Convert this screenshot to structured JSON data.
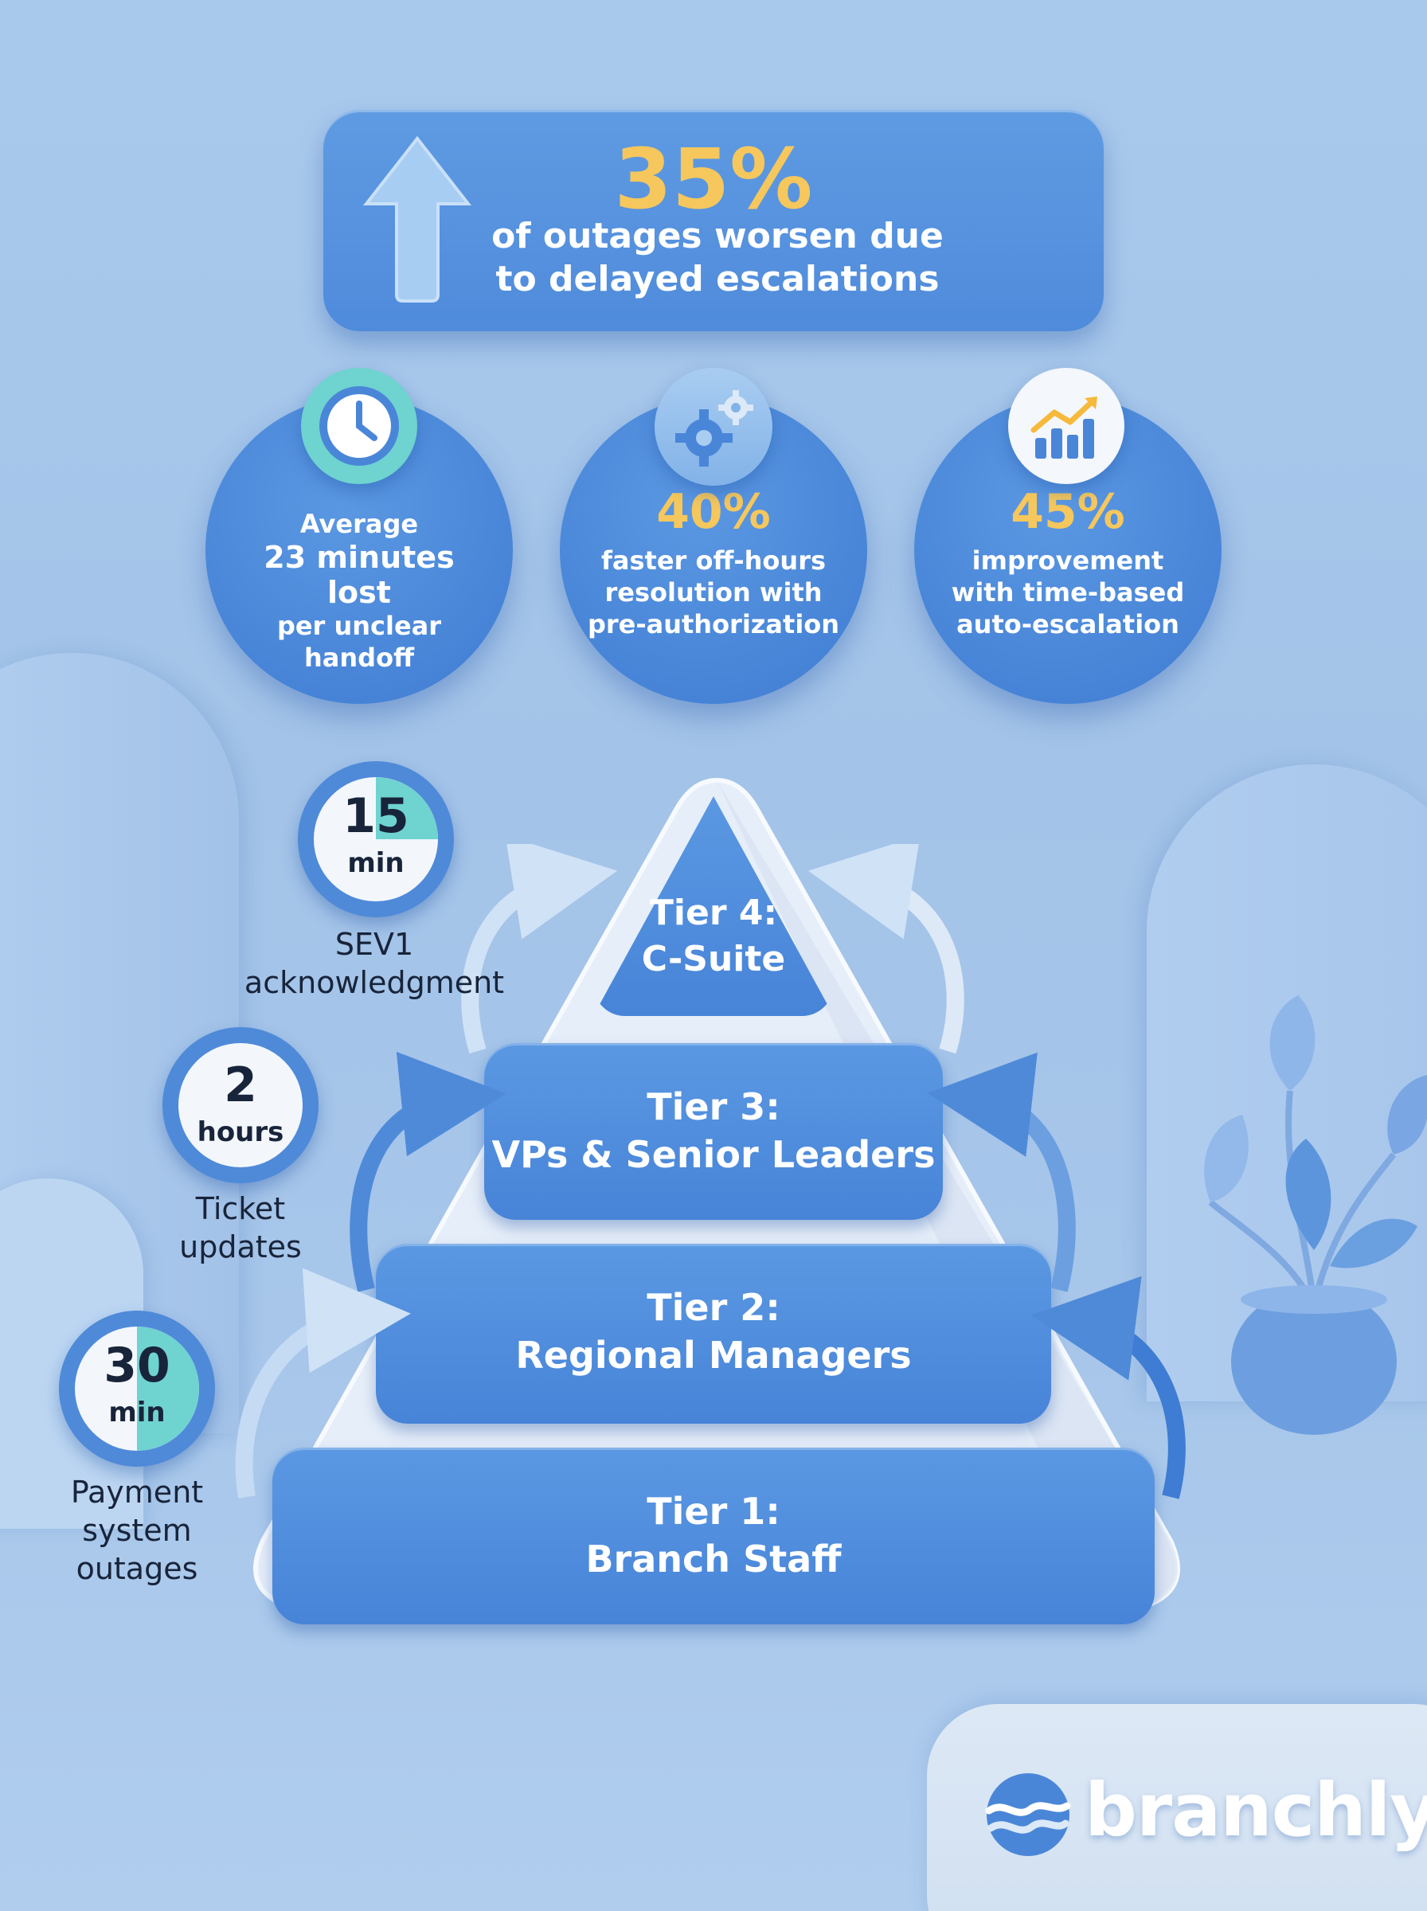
{
  "banner": {
    "percent": "35%",
    "text_line1": "of outages worsen due",
    "text_line2": "to delayed escalations",
    "icon": "up-arrow-icon"
  },
  "stats": [
    {
      "icon": "clock-icon",
      "line1": "Average",
      "line2": "23 minutes lost",
      "line3": "per unclear",
      "line4": "handoff"
    },
    {
      "icon": "gears-icon",
      "percent": "40%",
      "line1": "faster off-hours",
      "line2": "resolution with",
      "line3": "pre-authorization"
    },
    {
      "icon": "growth-chart-icon",
      "percent": "45%",
      "line1": "improvement",
      "line2": "with time-based",
      "line3": "auto-escalation"
    }
  ],
  "tiers": [
    {
      "name": "Tier 4:",
      "label": "C-Suite"
    },
    {
      "name": "Tier 3:",
      "label": "VPs & Senior Leaders"
    },
    {
      "name": "Tier 2:",
      "label": "Regional Managers"
    },
    {
      "name": "Tier 1:",
      "label": "Branch Staff"
    }
  ],
  "timers": [
    {
      "value": "15",
      "unit": "min",
      "label_line1": "SEV1",
      "label_line2": "acknowledgment",
      "fill_fraction": 0.25
    },
    {
      "value": "2",
      "unit": "hours",
      "label_line1": "Ticket",
      "label_line2": "updates",
      "fill_fraction": 0
    },
    {
      "value": "30",
      "unit": "min",
      "label_line1": "Payment",
      "label_line2": "system",
      "label_line3": "outages",
      "fill_fraction": 0.5
    }
  ],
  "brand": {
    "name": "branchly",
    "icon": "wave-logo-icon"
  },
  "colors": {
    "accent_blue": "#4f8ad9",
    "highlight_yellow": "#f6c75c",
    "timer_teal": "#6fd3d0",
    "background": "#a9c9ec"
  }
}
